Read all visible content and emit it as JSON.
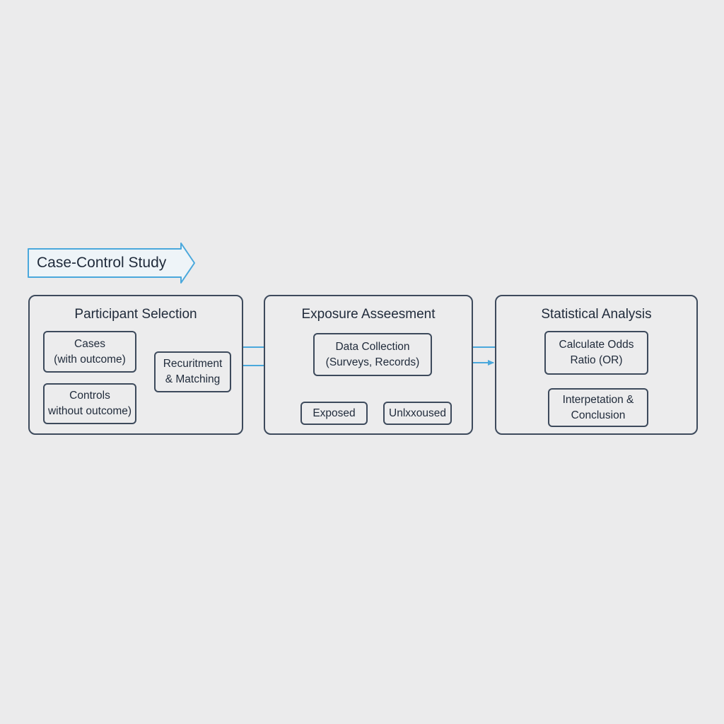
{
  "title": "Case-Control Study",
  "colors": {
    "background": "#ebebec",
    "border": "#3d4a5c",
    "accent": "#4aa8dc",
    "text": "#1f2a3a"
  },
  "panels": {
    "participant_selection": {
      "title": "Participant Selection",
      "cases": {
        "line1": "Cases",
        "line2": "(with outcome)"
      },
      "controls": {
        "line1": "Controls",
        "line2": "without outcome)"
      },
      "recruitment": {
        "line1": "Recuritment",
        "line2": "& Matching"
      }
    },
    "exposure_assessment": {
      "title": "Exposure Asseesment",
      "data_collection": {
        "line1": "Data Collection",
        "line2": "(Surveys, Records)"
      },
      "exposed": "Exposed",
      "unexposed": "Unlxxoused"
    },
    "statistical_analysis": {
      "title": "Statistical Analysis",
      "odds_ratio": {
        "line1": "Calculate Odds",
        "line2": "Ratio (OR)"
      },
      "interpretation": {
        "line1": "Interpetation &",
        "line2": "Conclusion"
      }
    }
  }
}
